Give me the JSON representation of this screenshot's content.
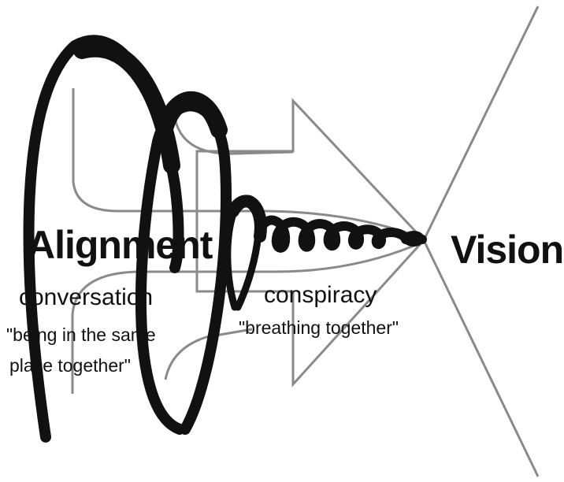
{
  "labels": {
    "alignment": "Alignment",
    "vision": "Vision",
    "conversation": "conversation",
    "conversation_meaning_line1": "\"being in the same",
    "conversation_meaning_line2": "place  together\"",
    "conspiracy": "conspiracy",
    "conspiracy_meaning": "\"breathing together\""
  },
  "colors": {
    "ink": "#111111",
    "line": "#8a8a8a",
    "background": "#ffffff"
  }
}
